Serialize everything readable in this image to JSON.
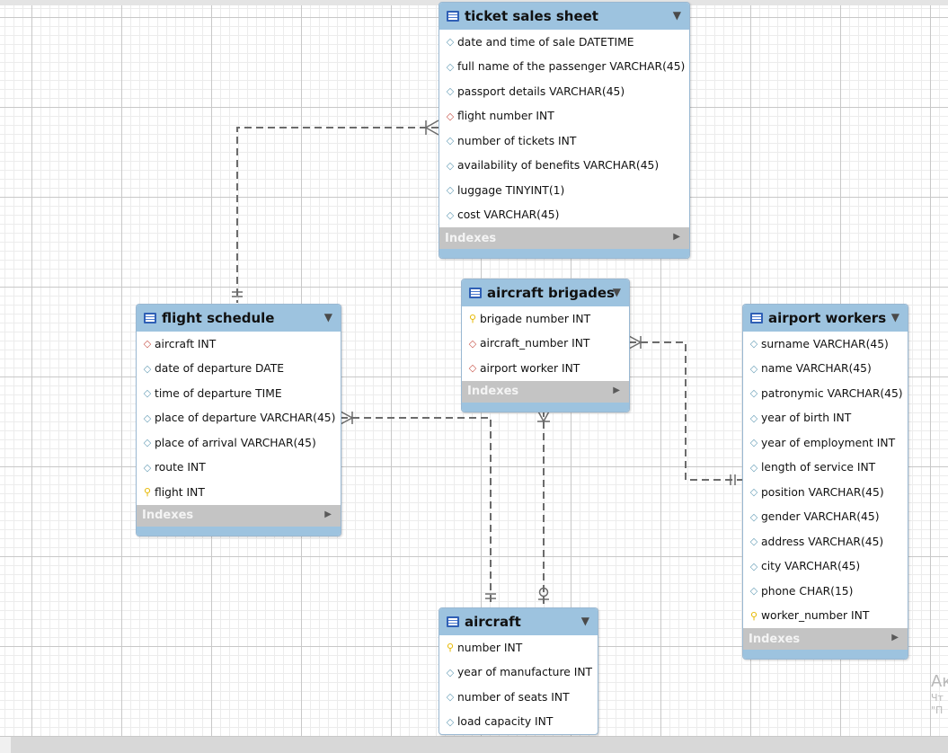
{
  "tables": {
    "ticket_sales": {
      "name": "ticket sales sheet",
      "indexes_label": "Indexes",
      "columns": [
        {
          "kind": "attr",
          "text": "date and time of sale DATETIME"
        },
        {
          "kind": "attr",
          "text": "full name of the passenger VARCHAR(45)"
        },
        {
          "kind": "attr",
          "text": "passport details VARCHAR(45)"
        },
        {
          "kind": "fk",
          "text": "flight number INT"
        },
        {
          "kind": "attr",
          "text": "number of tickets INT"
        },
        {
          "kind": "attr",
          "text": "availability of benefits VARCHAR(45)"
        },
        {
          "kind": "attr",
          "text": "luggage TINYINT(1)"
        },
        {
          "kind": "attr",
          "text": "cost VARCHAR(45)"
        }
      ]
    },
    "aircraft_brigades": {
      "name": "aircraft brigades",
      "indexes_label": "Indexes",
      "columns": [
        {
          "kind": "pk",
          "text": "brigade number INT"
        },
        {
          "kind": "fk",
          "text": "aircraft_number INT"
        },
        {
          "kind": "fk",
          "text": "airport worker INT"
        }
      ]
    },
    "flight_schedule": {
      "name": "flight schedule",
      "indexes_label": "Indexes",
      "columns": [
        {
          "kind": "fk",
          "text": "aircraft INT"
        },
        {
          "kind": "attr",
          "text": "date of departure DATE"
        },
        {
          "kind": "attr",
          "text": "time of departure TIME"
        },
        {
          "kind": "attr",
          "text": "place of departure VARCHAR(45)"
        },
        {
          "kind": "attr",
          "text": "place of arrival VARCHAR(45)"
        },
        {
          "kind": "attr",
          "text": "route INT"
        },
        {
          "kind": "pk",
          "text": "flight INT"
        }
      ]
    },
    "airport_workers": {
      "name": "airport workers",
      "indexes_label": "Indexes",
      "columns": [
        {
          "kind": "attr",
          "text": "surname VARCHAR(45)"
        },
        {
          "kind": "attr",
          "text": "name VARCHAR(45)"
        },
        {
          "kind": "attr",
          "text": "patronymic VARCHAR(45)"
        },
        {
          "kind": "attr",
          "text": "year of birth INT"
        },
        {
          "kind": "attr",
          "text": "year of employment INT"
        },
        {
          "kind": "attr",
          "text": "length of service INT"
        },
        {
          "kind": "attr",
          "text": "position VARCHAR(45)"
        },
        {
          "kind": "attr",
          "text": "gender VARCHAR(45)"
        },
        {
          "kind": "attr",
          "text": "address VARCHAR(45)"
        },
        {
          "kind": "attr",
          "text": "city VARCHAR(45)"
        },
        {
          "kind": "attr",
          "text": "phone CHAR(15)"
        },
        {
          "kind": "pk",
          "text": "worker_number INT"
        }
      ]
    },
    "aircraft": {
      "name": "aircraft",
      "columns": [
        {
          "kind": "pk",
          "text": "number INT"
        },
        {
          "kind": "attr",
          "text": "year of manufacture INT"
        },
        {
          "kind": "attr",
          "text": "number of seats INT"
        },
        {
          "kind": "attr",
          "text": "load capacity INT"
        }
      ]
    }
  },
  "icons": {
    "table": "table-icon",
    "attr": "attribute-diamond-icon",
    "fk": "foreign-key-diamond-icon",
    "pk": "primary-key-icon",
    "collapse": "collapse-arrow-icon",
    "expand": "expand-arrow-icon"
  },
  "colors": {
    "header": "#9dc3df",
    "indexes": "#c4c4c4",
    "fk_marker": "#c9574d",
    "attr_marker": "#6aa0b8",
    "pk_marker": "#e6b800"
  },
  "watermark": {
    "line1": "Ак",
    "line2": "Чт",
    "line3": "\"П"
  }
}
